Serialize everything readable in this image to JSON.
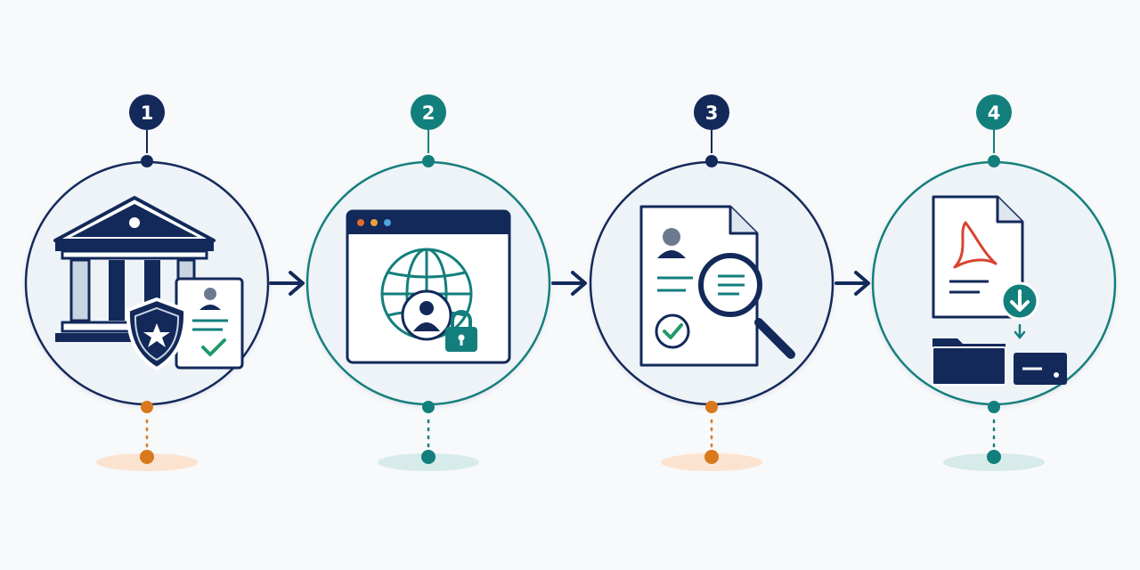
{
  "diagram": {
    "type": "four-step-process-flow",
    "colors": {
      "navy": "#12295a",
      "teal": "#137f7c",
      "orange": "#d9791c",
      "pdf_red": "#d9432f",
      "light_fill": "#eef3f8",
      "background": "#f7f9fb"
    },
    "steps": [
      {
        "number": "1",
        "accent": "navy",
        "end_dot": "orange",
        "icon": "government-building-with-shield-and-verified-id-icon"
      },
      {
        "number": "2",
        "accent": "teal",
        "end_dot": "teal",
        "icon": "browser-window-with-globe-user-and-lock-icon"
      },
      {
        "number": "3",
        "accent": "navy",
        "end_dot": "orange",
        "icon": "profile-document-with-magnifier-and-check-icon"
      },
      {
        "number": "4",
        "accent": "teal",
        "end_dot": "teal",
        "icon": "pdf-document-download-to-folder-and-drive-icon"
      }
    ],
    "connectors": [
      "arrow-right-icon",
      "arrow-right-icon",
      "arrow-right-icon"
    ]
  }
}
